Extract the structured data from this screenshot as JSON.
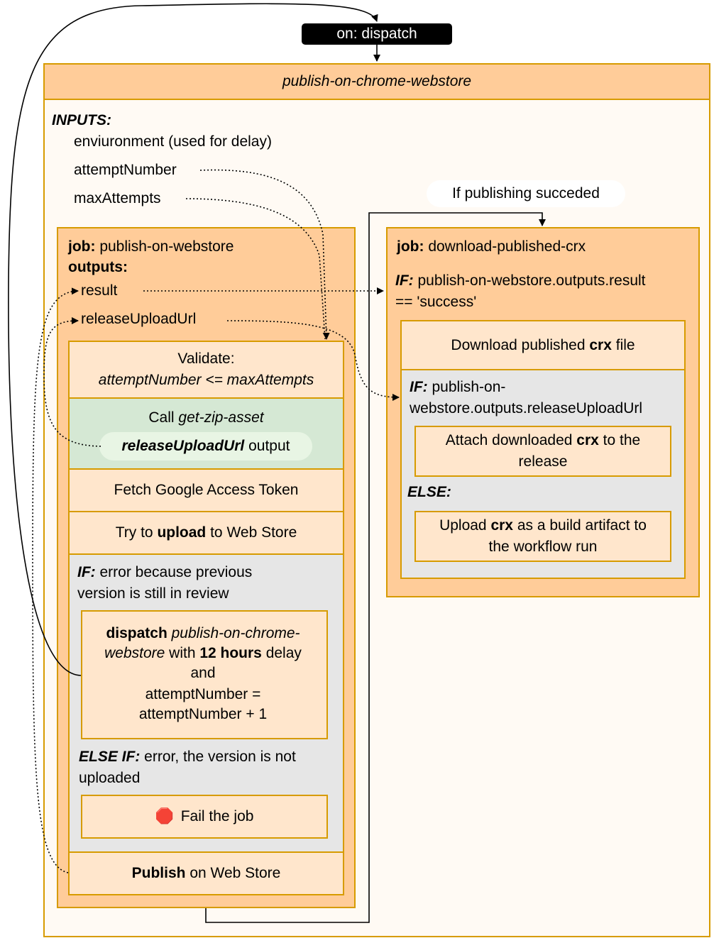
{
  "trigger": {
    "label": "on: dispatch"
  },
  "workflow": {
    "title": "publish-on-chrome-webstore",
    "inputs_heading": "INPUTS:",
    "inputs": [
      "enviuronment (used for delay)",
      "attemptNumber",
      "maxAttempts"
    ]
  },
  "success_label": "If publishing succeded",
  "job_publish": {
    "job_kw": "job:",
    "name": "publish-on-webstore",
    "outputs_heading": "outputs:",
    "outputs": [
      "result",
      "releaseUploadUrl"
    ],
    "steps": {
      "validate_line1": "Validate:",
      "validate_line2": "attemptNumber <= maxAttempts",
      "call_prefix": "Call ",
      "call_name": "get-zip-asset",
      "call_output_name": "releaseUploadUrl",
      "call_output_suffix": " output",
      "fetch_token": "Fetch Google Access Token",
      "upload_prefix": "Try to ",
      "upload_bold": "upload",
      "upload_suffix": " to Web Store",
      "if_kw": "IF:",
      "if_text": " error because previous",
      "if_text2": "version is still in review",
      "dispatch_bold": "dispatch",
      "dispatch_italic1": " publish-on-chrome-",
      "dispatch_italic2": "webstore",
      "dispatch_with": " with ",
      "dispatch_hours": "12 hours",
      "dispatch_delay": " delay",
      "dispatch_and": "and",
      "dispatch_attempt1": "attemptNumber =",
      "dispatch_attempt2": "attemptNumber + 1",
      "elseif_kw": "ELSE IF:",
      "elseif_text": " error, the version is not",
      "elseif_text2": "uploaded",
      "fail_icon": "🛑",
      "fail_text": "Fail the job",
      "publish_bold": "Publish",
      "publish_suffix": " on Web Store"
    }
  },
  "job_download": {
    "job_kw": "job:",
    "name": "download-published-crx",
    "if_kw": "IF:",
    "if_line1": " publish-on-webstore.outputs.result",
    "if_line2": "==  'success'",
    "download_prefix": "Download published ",
    "download_bold": "crx",
    "download_suffix": " file",
    "if2_kw": "IF:",
    "if2_line1": " publish-on-",
    "if2_line2": "webstore.outputs.releaseUploadUrl",
    "attach_prefix": "Attach downloaded ",
    "attach_bold": "crx",
    "attach_suffix": " to the",
    "attach_line2": "release",
    "else_kw": "ELSE:",
    "upload_prefix": "Upload ",
    "upload_bold": "crx",
    "upload_suffix": " as a build artifact to",
    "upload_line2": "the workflow run"
  }
}
